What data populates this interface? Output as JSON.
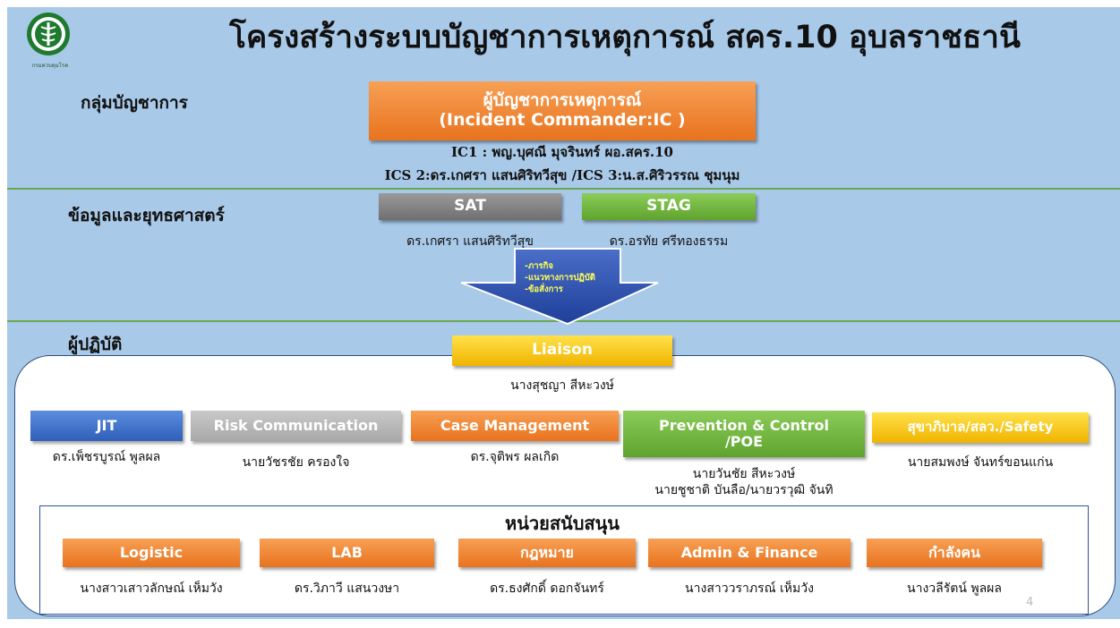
{
  "title": "โครงสร้างระบบบัญชาการเหตุการณ์ สคร.10 อุบลราชธานี",
  "logo": {
    "icon": "caduceus-emblem-icon",
    "caption": "กรมควบคุมโรค"
  },
  "sections": {
    "command": "กลุ่มบัญชาการ",
    "strategy": "ข้อมูลและยุทธศาสตร์",
    "operations": "ผู้ปฏิบัติ",
    "support": "หน่วยสนับสนุน"
  },
  "commander": {
    "title_th": "ผู้บัญชาการเหตุการณ์",
    "title_en": "(Incident Commander:IC )",
    "ic1": "IC1 : พญ.บุศณี มุจรินทร์ ผอ.สคร.10",
    "ics": "ICS 2:ดร.เกศรา แสนศิริทวีสุข  /ICS 3:น.ส.ศิริวรรณ ชุมนุม"
  },
  "strategy_units": [
    {
      "label": "SAT",
      "person": "ดร.เกศรา แสนศิริทวีสุข"
    },
    {
      "label": "STAG",
      "person": "ดร.อรทัย ศรีทองธรรม"
    }
  ],
  "arrow_items": [
    "-ภารกิจ",
    "-แนวทางการปฏิบัติ",
    "-ข้อสั่งการ"
  ],
  "liaison": {
    "label": "Liaison",
    "person": "นางสุชญา สีหะวงษ์"
  },
  "operation_units": [
    {
      "label": "JIT",
      "person": "ดร.เพ็ชรบูรณ์ พูลผล"
    },
    {
      "label": "Risk Communication",
      "person": "นายวัชรชัย ครองใจ"
    },
    {
      "label": "Case Management",
      "person": "ดร.จุติพร ผลเกิด"
    },
    {
      "label": "Prevention & Control",
      "label2": "/POE",
      "person": "นายวันชัย สีหะวงษ์",
      "person2": "นายชูชาติ บันลือ/นายวรวุฒิ จันทิ"
    },
    {
      "label": "สุขาภิบาล/สลว./Safety",
      "person": "นายสมพงษ์ จันทร์ขอนแก่น"
    }
  ],
  "support_units": [
    {
      "label": "Logistic",
      "person": "นางสาวเสาวลักษณ์ เห็มวัง"
    },
    {
      "label": "LAB",
      "person": "ดร.วิภาวี แสนวงษา"
    },
    {
      "label": "กฎหมาย",
      "person": "ดร.ธงศักดิ์ ดอกจันทร์"
    },
    {
      "label": "Admin & Finance",
      "person": "นางสาววราภรณ์ เห็มวัง"
    },
    {
      "label": "กำลังคน",
      "person": "นางวลีรัตน์ พูลผล"
    }
  ],
  "page_number": "4",
  "colors": {
    "background": "#a9c9e8",
    "orange": "#e8731e",
    "green": "#5fa32e",
    "gray": "#6f6f6f",
    "blue": "#2f5fb8",
    "yellow": "#f0b400",
    "divider": "#6aa84f"
  }
}
